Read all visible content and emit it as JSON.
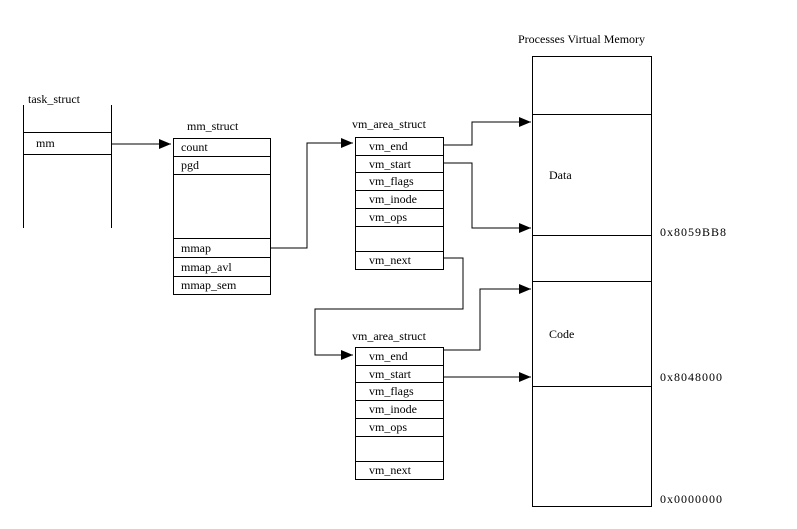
{
  "structs": {
    "task_struct": {
      "title": "task_struct",
      "fields": [
        "mm"
      ]
    },
    "mm_struct": {
      "title": "mm_struct",
      "fields": [
        "count",
        "pgd",
        "",
        "mmap",
        "mmap_avl",
        "mmap_sem"
      ]
    },
    "vm_area_struct_top": {
      "title": "vm_area_struct",
      "fields": [
        "vm_end",
        "vm_start",
        "vm_flags",
        "vm_inode",
        "vm_ops",
        "",
        "vm_next"
      ]
    },
    "vm_area_struct_bottom": {
      "title": "vm_area_struct",
      "fields": [
        "vm_end",
        "vm_start",
        "vm_flags",
        "vm_inode",
        "vm_ops",
        "",
        "vm_next"
      ]
    }
  },
  "memory_map": {
    "title": "Processes Virtual Memory",
    "regions": [
      {
        "label": "Data"
      },
      {
        "label": "Code"
      }
    ],
    "addresses": [
      "0x8059BB8",
      "0x8048000",
      "0x0000000"
    ]
  },
  "colors": {
    "line": "#000000",
    "background": "#ffffff"
  }
}
